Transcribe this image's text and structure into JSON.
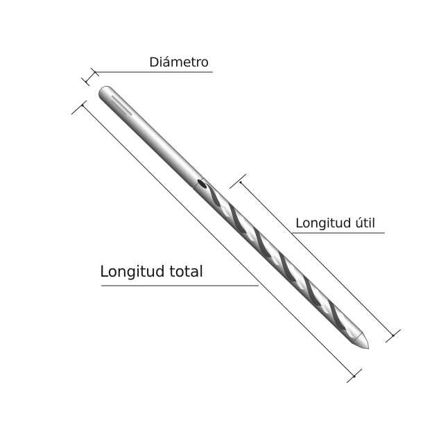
{
  "diagram": {
    "subject": "twist drill bit",
    "labels": {
      "diameter": "Diámetro",
      "useful_length": "Longitud útil",
      "total_length": "Longitud total"
    },
    "colors": {
      "background": "#ffffff",
      "line": "#222222",
      "text": "#1a1a1a",
      "steel_light": "#f2f2f2",
      "steel_mid": "#b8b8b8",
      "steel_dark": "#3a3a3a"
    }
  }
}
